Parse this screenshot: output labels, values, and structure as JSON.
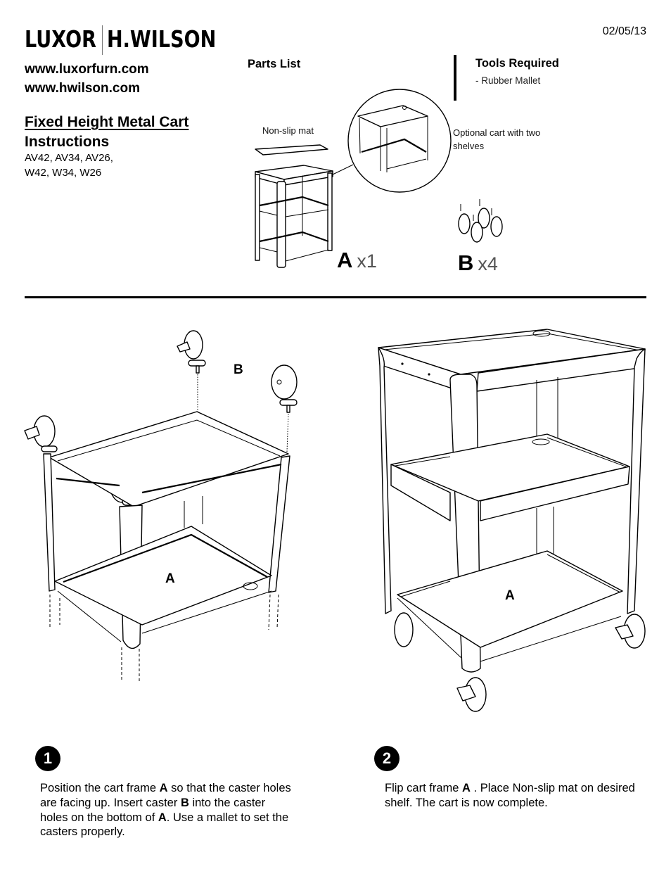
{
  "header": {
    "brand_left": "LUXOR",
    "brand_right": "H.WILSON",
    "date": "02/05/13",
    "websites": [
      "www.luxorfurn.com",
      "www.hwilson.com"
    ],
    "title_line1": "Fixed Height Metal Cart",
    "title_line2": "Instructions",
    "models_line1": "AV42, AV34, AV26,",
    "models_line2": "W42, W34, W26"
  },
  "parts_list": {
    "title": "Parts List",
    "nonslip_label": "Non-slip mat",
    "optional_label": "Optional cart with two shelves",
    "parts": [
      {
        "id": "A",
        "qty": "x1",
        "name": "cart frame"
      },
      {
        "id": "B",
        "qty": "x4",
        "name": "caster"
      }
    ]
  },
  "tools": {
    "title": "Tools Required",
    "items": [
      "-  Rubber Mallet"
    ]
  },
  "illustrations": {
    "step1_labels": {
      "caster": "B",
      "frame": "A"
    },
    "step2_labels": {
      "frame": "A"
    }
  },
  "steps": [
    {
      "number": "1",
      "segments": [
        {
          "text": "Position the cart frame ",
          "bold": false
        },
        {
          "text": "A",
          "bold": true
        },
        {
          "text": " so that the caster holes are facing up. Insert caster ",
          "bold": false
        },
        {
          "text": "B",
          "bold": true
        },
        {
          "text": " into the caster holes on the bottom of ",
          "bold": false
        },
        {
          "text": "A",
          "bold": true
        },
        {
          "text": ".  Use a mallet to set the casters properly.",
          "bold": false
        }
      ]
    },
    {
      "number": "2",
      "segments": [
        {
          "text": "Flip cart frame ",
          "bold": false
        },
        {
          "text": "A",
          "bold": true
        },
        {
          "text": " . Place Non-slip mat on desired shelf. The cart is now complete.",
          "bold": false
        }
      ]
    }
  ]
}
